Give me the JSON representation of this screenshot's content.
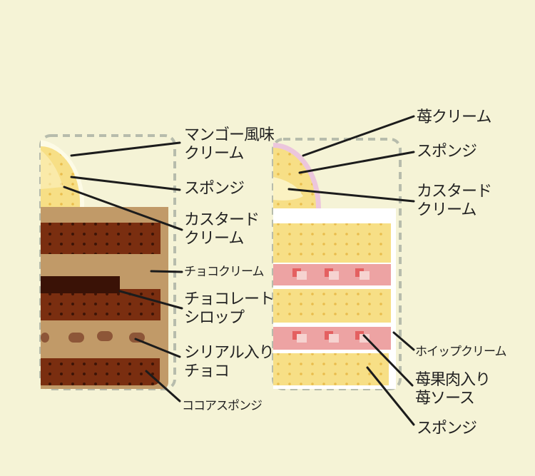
{
  "colors": {
    "background": "#f5f3d6",
    "cocoa_sponge": "#7a2e10",
    "choco_cream": "#c19a68",
    "choco_syrup": "#3a1206",
    "cereal": "#8d5638",
    "sponge": "#f7df86",
    "custard": "#fbf2c2",
    "strawberry_cream": "#ecc6dc",
    "strawberry_sauce": "#eda3a3",
    "whipped_cream": "#ffffff"
  },
  "left_cake": {
    "labels": [
      {
        "lines": [
          "マンゴー風味",
          "クリーム"
        ]
      },
      {
        "lines": [
          "スポンジ"
        ]
      },
      {
        "lines": [
          "カスタード",
          "クリーム"
        ]
      },
      {
        "lines": [
          "チョコクリーム"
        ]
      },
      {
        "lines": [
          "チョコレート",
          "シロップ"
        ]
      },
      {
        "lines": [
          "シリアル入り",
          "チョコ"
        ]
      },
      {
        "lines": [
          "ココアスポンジ"
        ]
      }
    ]
  },
  "right_cake": {
    "labels": [
      {
        "lines": [
          "苺クリーム"
        ]
      },
      {
        "lines": [
          "スポンジ"
        ]
      },
      {
        "lines": [
          "カスタード",
          "クリーム"
        ]
      },
      {
        "lines": [
          "ホイップクリーム"
        ]
      },
      {
        "lines": [
          "苺果肉入り",
          "苺ソース"
        ]
      },
      {
        "lines": [
          "スポンジ"
        ]
      }
    ]
  }
}
